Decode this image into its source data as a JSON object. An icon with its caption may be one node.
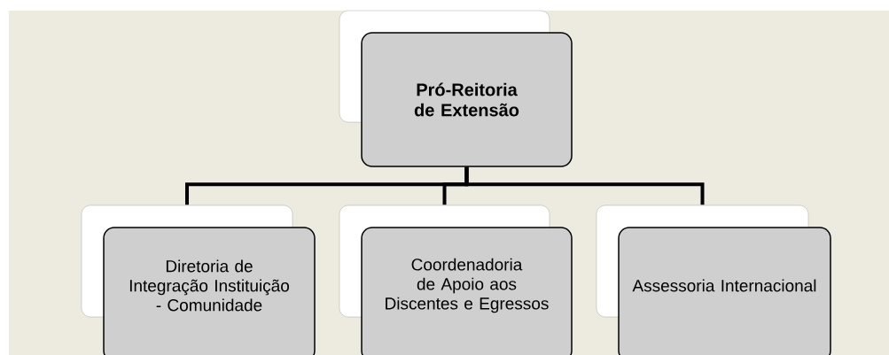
{
  "diagram": {
    "nodes": [
      {
        "text": [
          "Pró-Reitoria de Extensão"
        ]
      },
      {
        "text": [
          "Diretoria de Integração Instituição - Comunidade"
        ]
      },
      {
        "text": [
          "Coordenadoria de Apoio aos Discentes e Egressos"
        ]
      },
      {
        "text": [
          "Assessoria Internacional"
        ]
      }
    ],
    "edges": [
      {
        "from": 0,
        "to": 1,
        "arrow": "none"
      },
      {
        "from": 0,
        "to": 2,
        "arrow": "none"
      },
      {
        "from": 0,
        "to": 3,
        "arrow": "none"
      }
    ]
  }
}
